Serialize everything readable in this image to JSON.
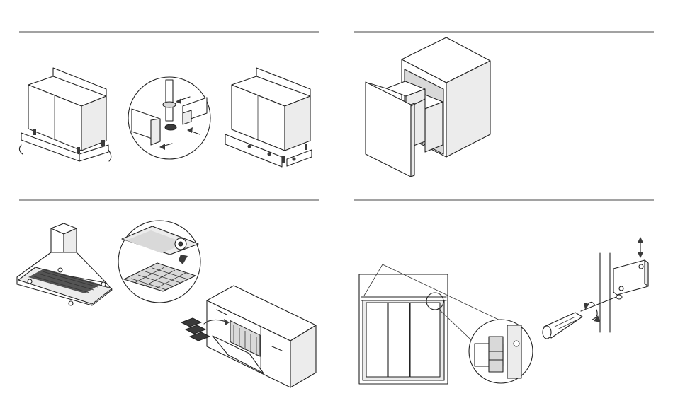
{
  "panels": [
    {
      "id": "plinth-fitting",
      "figures": [
        "cabinet-with-plinth",
        "leg-clip-detail",
        "cabinet-plinth-installed"
      ]
    },
    {
      "id": "pullout-bin",
      "figures": [
        "cabinet-with-pullout-bins"
      ]
    },
    {
      "id": "filter-cleaning",
      "figures": [
        "cooker-hood",
        "grease-filter-detail",
        "dishwasher-with-filters"
      ]
    },
    {
      "id": "hinge-adjustment",
      "figures": [
        "open-cabinet",
        "hinge-detail",
        "screwdriver-adjustment"
      ]
    }
  ],
  "colors": {
    "line": "#222222",
    "rule": "#444444",
    "shade": "#d9d9d9",
    "dark": "#3a3a3a"
  }
}
